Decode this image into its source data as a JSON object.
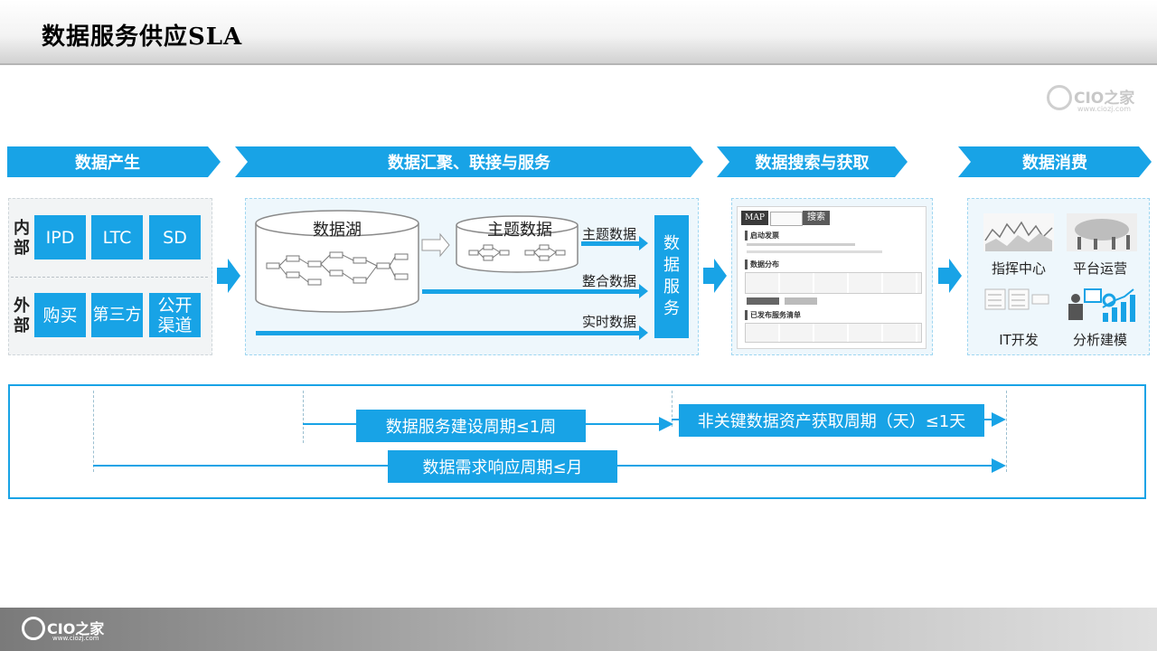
{
  "title": "数据服务供应SLA",
  "logo": {
    "brand": "CIO之家",
    "url": "www.ciozj.com"
  },
  "stages": [
    "数据产生",
    "数据汇聚、联接与服务",
    "数据搜索与获取",
    "数据消费"
  ],
  "production": {
    "internal_label": "内部",
    "internal_items": [
      "IPD",
      "LTC",
      "SD"
    ],
    "external_label": "外部",
    "external_items": [
      "购买",
      "第三方",
      "公开渠道"
    ]
  },
  "aggregation": {
    "lake_label": "数据湖",
    "topic_label": "主题数据",
    "flows": [
      "主题数据",
      "整合数据",
      "实时数据"
    ],
    "service_label": "数据服务"
  },
  "search": {
    "map_label": "MAP",
    "search_button": "搜索",
    "section1": "启动发票",
    "section2": "数据分布",
    "section3": "已发布服务清单"
  },
  "consumption": {
    "items": [
      "指挥中心",
      "平台运营",
      "IT开发",
      "分析建模"
    ]
  },
  "sla": {
    "build_cycle": "数据服务建设周期≤1周",
    "non_key_cycle": "非关键数据资产获取周期（天）≤1天",
    "demand_cycle": "数据需求响应周期≤月"
  },
  "colors": {
    "accent": "#18a3e6",
    "panel": "#eef7fc"
  }
}
